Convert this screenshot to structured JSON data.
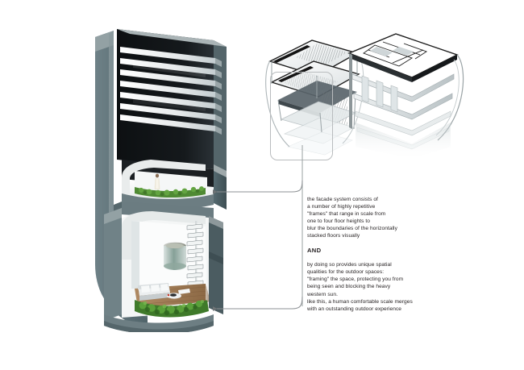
{
  "document": {
    "title": "facade system concept diagram",
    "background_color": "#ffffff"
  },
  "annotation": {
    "paragraph1": [
      "the facade system consists of",
      "a number of highly repetitive",
      "\"frames\" that range in scale from",
      "one to four floor heights to",
      "blur the boundaries of the horizontally",
      "stacked floors visually"
    ],
    "connector": "AND",
    "paragraph2": [
      "by doing so provides unique spatial",
      "qualities for the outdoor spaces:",
      "\"framing\" the space, protecting you from",
      "being seen and blocking the heavy",
      "western sun.",
      "like this, a human comfortable scale merges",
      "with an outstanding outdoor experience"
    ],
    "text_color": "#231f20"
  },
  "diagram": {
    "tower_render": {
      "name": "sectional perspective of residential tower",
      "elements": [
        "curved vertical fin",
        "horizontal louver slats",
        "dark glazed band",
        "upper framed terrace with figure and planting",
        "lower framed terrace with sofa and wooden deck",
        "spiral staircase",
        "glass cylinder volume",
        "green planting beds"
      ],
      "colors": {
        "fin_blue_gray": "#5d7076",
        "mass_mid_gray": "#76878c",
        "mass_dark": "#3c4a4e",
        "slat_white": "#f2f4f4",
        "glazing_black": "#111416",
        "deck_wood": "#9c7550",
        "planting_green": "#4f8a33",
        "figure_robe": "#ece7d8"
      }
    },
    "isometric_models": {
      "name": "cutaway isometric massing studies",
      "count": 2,
      "colors": {
        "line": "#1a1a1a",
        "slab_light": "#eef1f2",
        "slab_shade": "#c6cdd0",
        "hatch": "#6d7478"
      }
    },
    "callout": {
      "name": "highlight frame around facade frame module",
      "stroke_color": "#b9bcbe",
      "corner_radius": 9
    },
    "leaders": {
      "stroke_color": "#8d9194",
      "arrow_count": 2,
      "arrow_direction": "left"
    }
  }
}
